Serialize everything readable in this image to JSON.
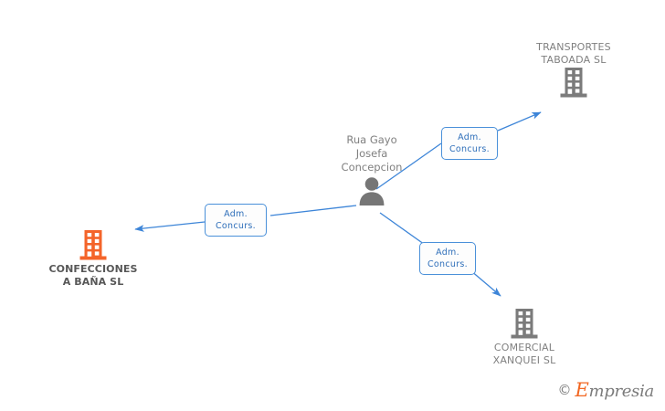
{
  "diagram": {
    "type": "relationship-graph",
    "center_person": {
      "name": "Rua Gayo\nJosefa\nConcepcion",
      "icon": "person-icon"
    },
    "companies": [
      {
        "id": "transportes-taboada",
        "name": "TRANSPORTES\nTABOADA SL",
        "icon": "building-icon",
        "color": "#7b7b7b",
        "highlighted": false
      },
      {
        "id": "confecciones-a-bana",
        "name": "CONFECCIONES\nA BAÑA SL",
        "icon": "building-icon",
        "color": "#f4642a",
        "highlighted": true
      },
      {
        "id": "comercial-xanquei",
        "name": "COMERCIAL\nXANQUEI SL",
        "icon": "building-icon",
        "color": "#7b7b7b",
        "highlighted": false
      }
    ],
    "edges": [
      {
        "id": "edge-transportes",
        "from": "center-person",
        "to": "transportes-taboada",
        "label_line1": "Adm.",
        "label_line2": "Concurs.",
        "color": "#3d85d8"
      },
      {
        "id": "edge-confecciones",
        "from": "center-person",
        "to": "confecciones-a-bana",
        "label_line1": "Adm.",
        "label_line2": "Concurs.",
        "color": "#3d85d8"
      },
      {
        "id": "edge-comercial",
        "from": "center-person",
        "to": "comercial-xanquei",
        "label_line1": "Adm.",
        "label_line2": "Concurs.",
        "color": "#3d85d8"
      }
    ]
  },
  "watermark": {
    "copyright": "©",
    "brand_initial": "E",
    "brand_rest": "mpresia"
  },
  "colors": {
    "edge": "#3d85d8",
    "chip_border": "#4a90d9",
    "chip_text": "#2f6fba",
    "node_gray": "#7b7b7b",
    "node_highlight": "#f4642a",
    "label_gray": "#808080",
    "label_strong": "#575757",
    "background": "#ffffff"
  }
}
